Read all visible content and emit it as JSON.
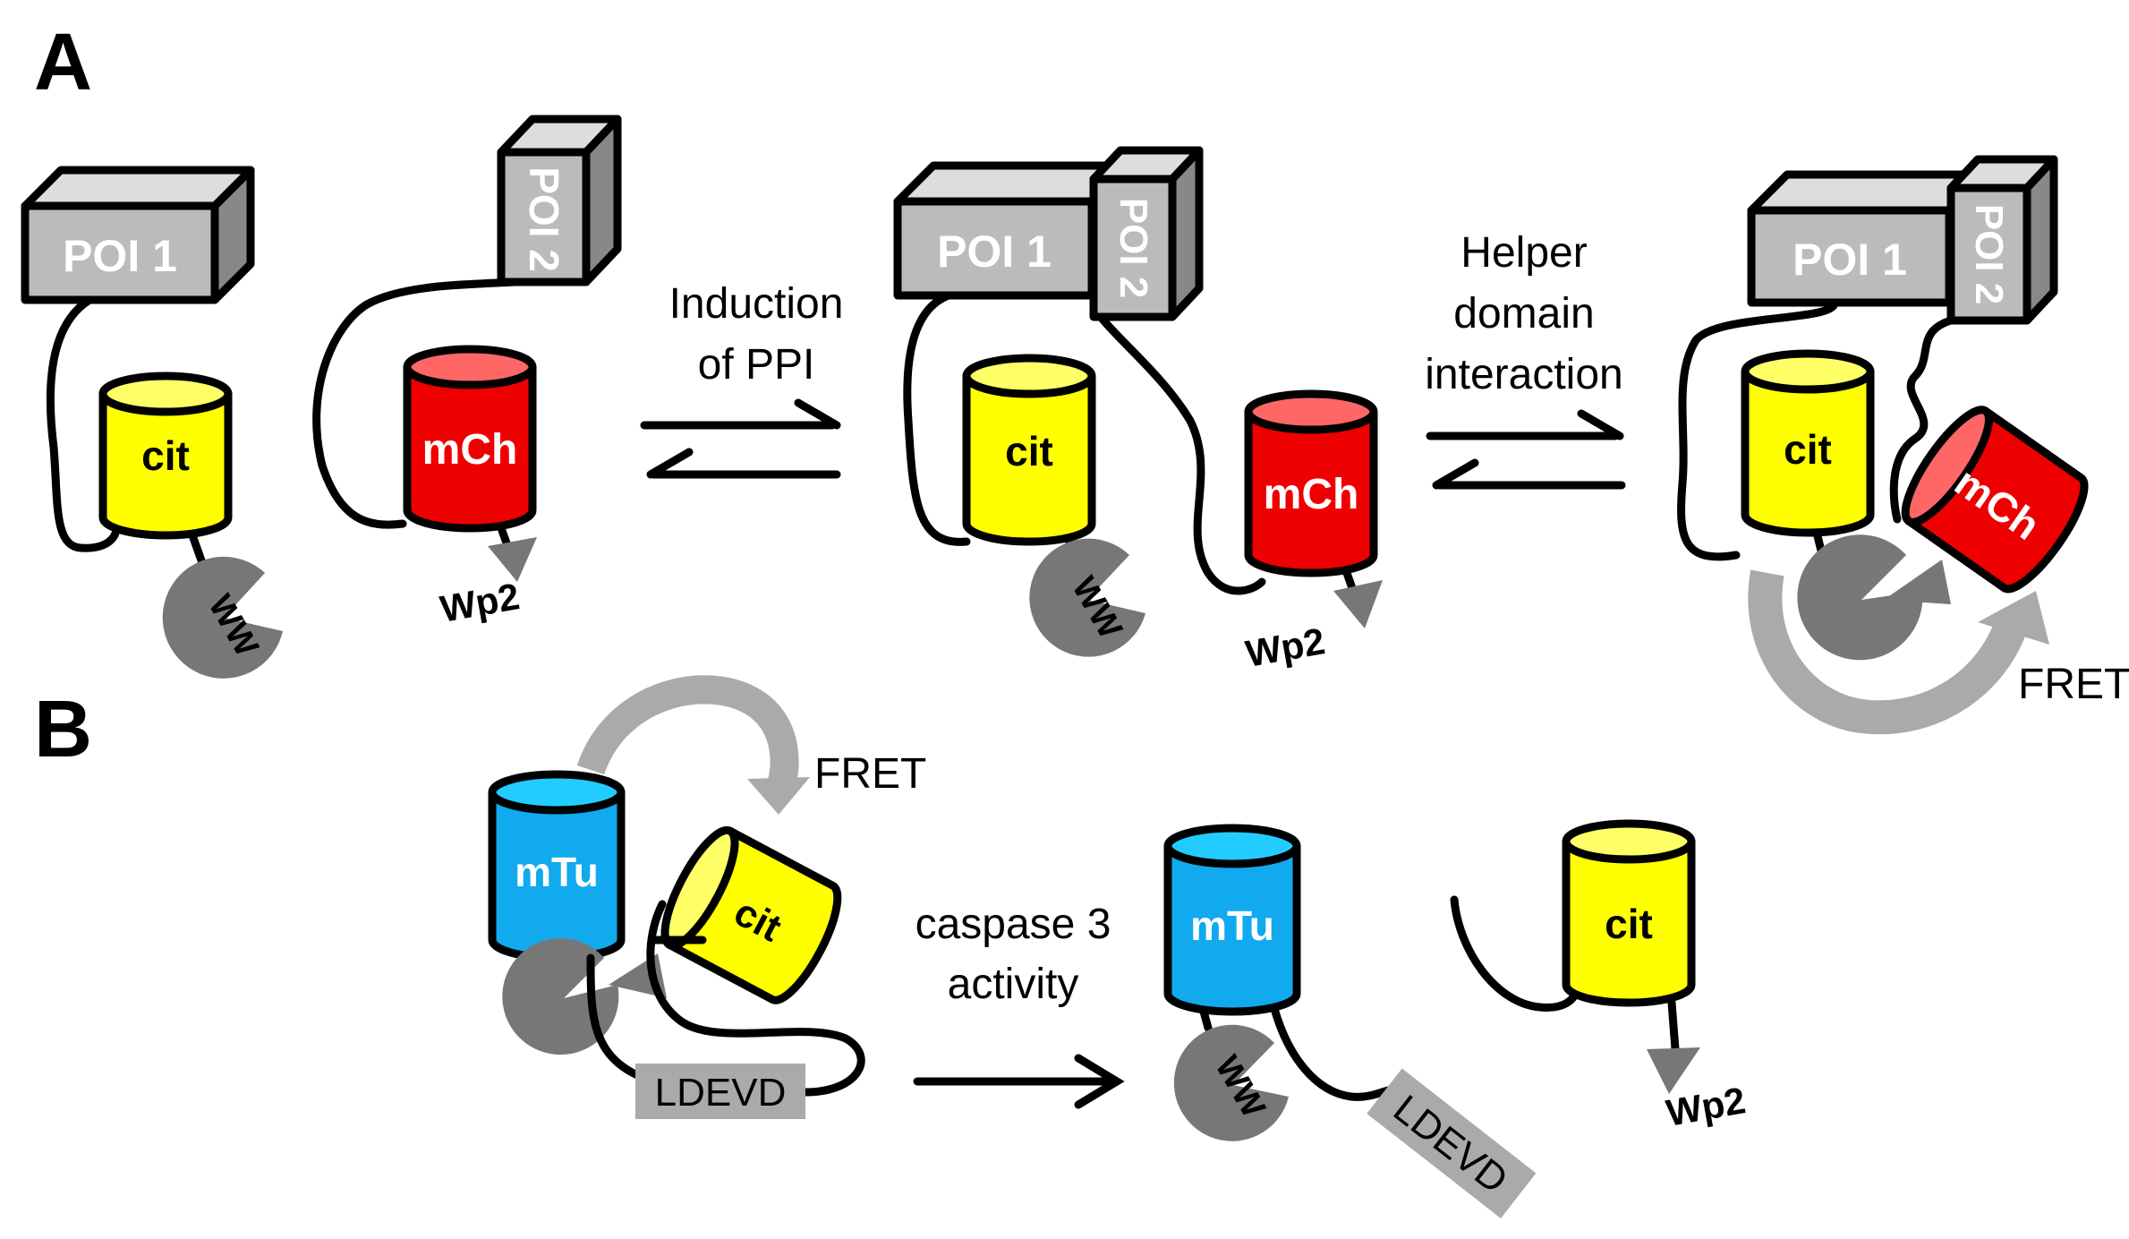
{
  "panels": {
    "a_label": "A",
    "b_label": "B"
  },
  "labels": {
    "poi1": "POI 1",
    "poi2": "POI 2",
    "cit": "cit",
    "mch": "mCh",
    "mtu": "mTu",
    "ww": "WW",
    "wp2": "Wp2",
    "fret": "FRET",
    "ldevd": "LDEVD"
  },
  "steps": {
    "induction_line1": "Induction",
    "induction_line2": "of PPI",
    "helper_line1": "Helper",
    "helper_line2": "domain",
    "helper_line3": "interaction",
    "caspase_line1": "caspase 3",
    "caspase_line2": "activity"
  },
  "colors": {
    "citrine": "#ffff00",
    "citrine_top": "#ffff66",
    "mcherry": "#ee0000",
    "mcherry_top": "#ff6666",
    "mturquoise": "#11aaee",
    "mturquoise_top": "#22ccff",
    "poi_gray": "#bbbbbb",
    "ww_gray": "#777777",
    "fret_arrow_gray": "#aaaaaa"
  }
}
